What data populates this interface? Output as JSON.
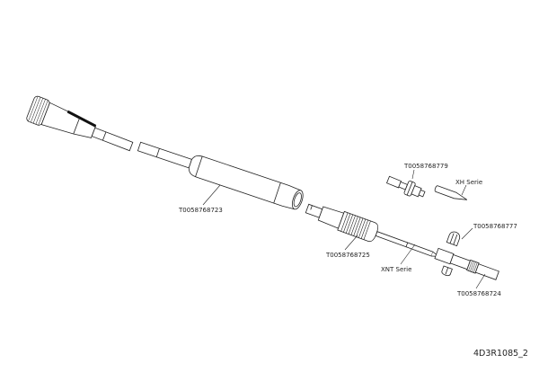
{
  "labels": {
    "handle": "T0058768723",
    "heating_element": "T0058768725",
    "collar": "T0058768779",
    "xh_tip": "XH Serie",
    "xnt_tip": "XNT Serie",
    "clip": "T0058768777",
    "sleeve": "T0058768724"
  },
  "drawing_code": "4D3R1085_2"
}
